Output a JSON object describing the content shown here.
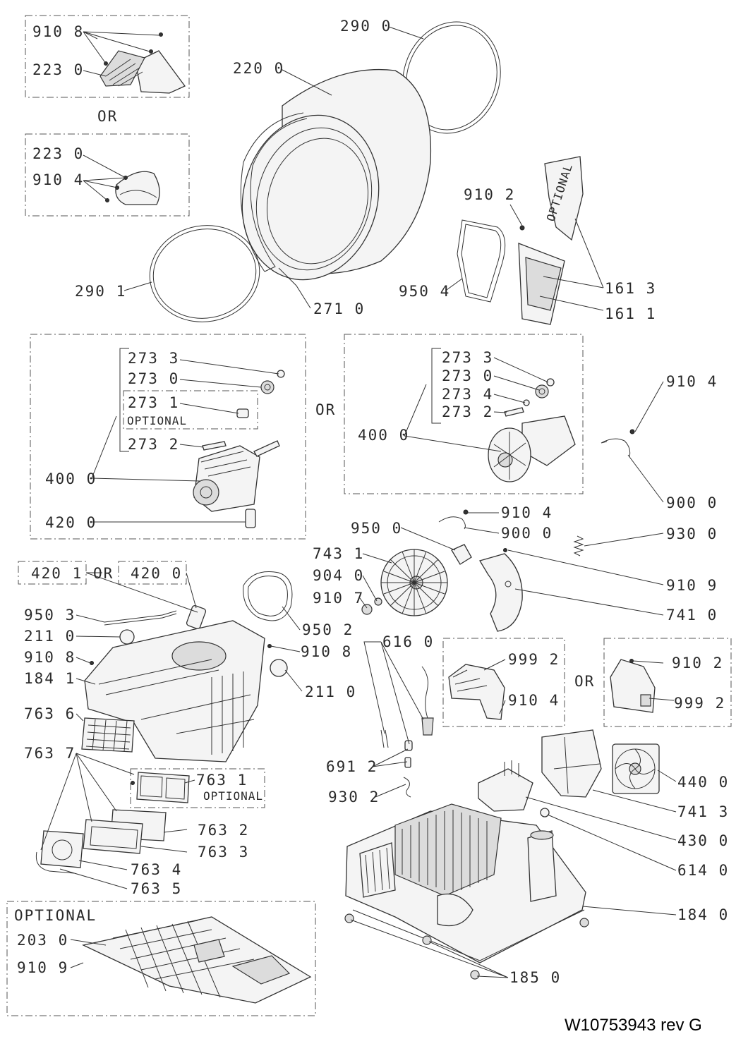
{
  "document_id": "W10753943 rev G",
  "words": {
    "or": "OR",
    "optional": "OPTIONAL"
  },
  "labels": {
    "l_910_8_a": "910 8",
    "l_223_0_a": "223 0",
    "l_223_0_b": "223 0",
    "l_910_4_a": "910 4",
    "l_290_0": "290 0",
    "l_220_0": "220 0",
    "l_290_1": "290 1",
    "l_271_0": "271 0",
    "l_910_2_a": "910 2",
    "l_950_4": "950 4",
    "l_161_3": "161 3",
    "l_161_1": "161 1",
    "l_273_3_a": "273 3",
    "l_273_0_a": "273 0",
    "l_273_1": "273 1",
    "l_273_2_a": "273 2",
    "l_400_0_a": "400 0",
    "l_420_0_a": "420 0",
    "l_273_3_b": "273 3",
    "l_273_0_b": "273 0",
    "l_273_4": "273 4",
    "l_273_2_b": "273 2",
    "l_400_0_b": "400 0",
    "l_910_4_b": "910 4",
    "l_900_0_a": "900 0",
    "l_910_4_c": "910 4",
    "l_900_0_b": "900 0",
    "l_950_0": "950 0",
    "l_743_1": "743 1",
    "l_930_0": "930 0",
    "l_904_0": "904 0",
    "l_910_9_a": "910 9",
    "l_910_7": "910 7",
    "l_741_0": "741 0",
    "l_420_1": "420 1",
    "l_420_0_b": "420 0",
    "l_950_3": "950 3",
    "l_950_2": "950 2",
    "l_211_0_a": "211 0",
    "l_910_8_b": "910 8",
    "l_910_8_c": "910 8",
    "l_184_1": "184 1",
    "l_211_0_b": "211 0",
    "l_616_0": "616 0",
    "l_999_2_a": "999 2",
    "l_910_4_d": "910 4",
    "l_910_2_b": "910 2",
    "l_999_2_b": "999 2",
    "l_763_6": "763 6",
    "l_763_7": "763 7",
    "l_763_1": "763 1",
    "l_691_2": "691 2",
    "l_930_2": "930 2",
    "l_440_0": "440 0",
    "l_741_3": "741 3",
    "l_430_0": "430 0",
    "l_614_0": "614 0",
    "l_763_2": "763 2",
    "l_763_3": "763 3",
    "l_763_4": "763 4",
    "l_763_5": "763 5",
    "l_184_0": "184 0",
    "l_203_0": "203 0",
    "l_910_9_b": "910 9",
    "l_185_0": "185 0"
  }
}
